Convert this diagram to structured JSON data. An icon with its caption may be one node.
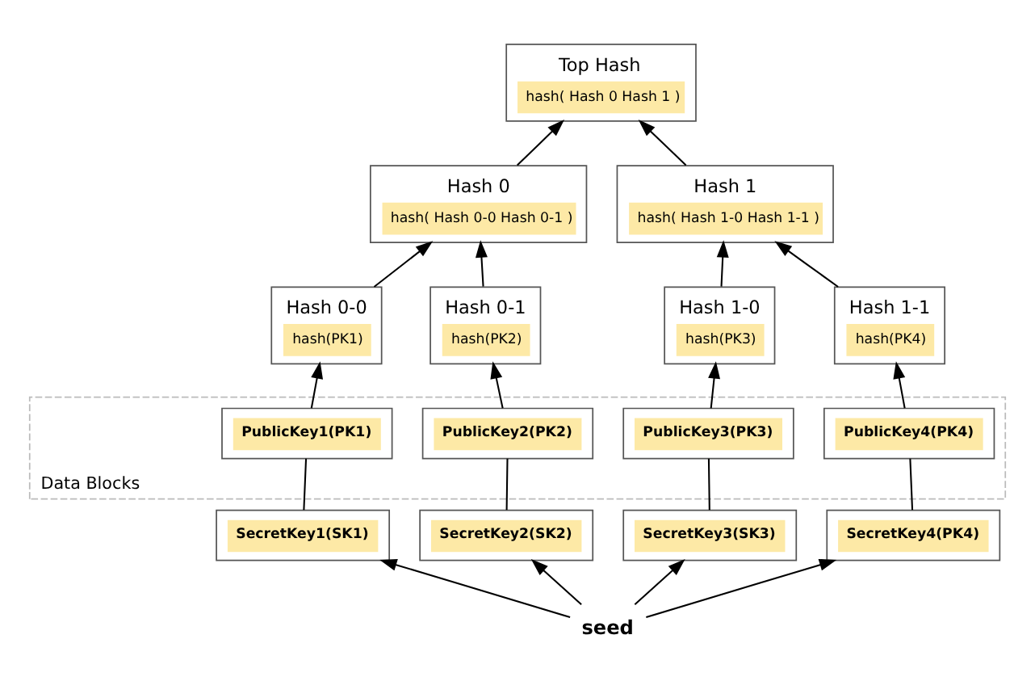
{
  "diagram": {
    "nodes": [
      {
        "text": [
          "Top Hash",
          "hash( Hash 0 Hash 1 )"
        ]
      },
      {
        "text": [
          "Hash 0",
          "hash( Hash 0-0 Hash 0-1 )"
        ]
      },
      {
        "text": [
          "Hash 1",
          "hash( Hash 1-0 Hash 1-1 )"
        ]
      },
      {
        "text": [
          "Hash 0-0",
          "hash(PK1)"
        ]
      },
      {
        "text": [
          "Hash 0-1",
          "hash(PK2)"
        ]
      },
      {
        "text": [
          "Hash 1-0",
          "hash(PK3)"
        ]
      },
      {
        "text": [
          "Hash 1-1",
          "hash(PK4)"
        ]
      },
      {
        "text": [
          "Data Blocks"
        ]
      },
      {
        "text": [
          "PublicKey1(PK1)"
        ],
        "in": 7
      },
      {
        "text": [
          "PublicKey2(PK2)"
        ],
        "in": 7
      },
      {
        "text": [
          "PublicKey3(PK3)"
        ],
        "in": 7
      },
      {
        "text": [
          "PublicKey4(PK4)"
        ],
        "in": 7
      },
      {
        "text": [
          "SecretKey1(SK1)"
        ]
      },
      {
        "text": [
          "SecretKey2(SK2)"
        ]
      },
      {
        "text": [
          "SecretKey3(SK3)"
        ]
      },
      {
        "text": [
          "SecretKey4(PK4)"
        ]
      },
      {
        "text": [
          "seed"
        ]
      }
    ],
    "edges": [
      {
        "from": 1,
        "to": 0,
        "arrow": "to"
      },
      {
        "from": 2,
        "to": 0,
        "arrow": "to"
      },
      {
        "from": 3,
        "to": 1,
        "arrow": "to"
      },
      {
        "from": 4,
        "to": 1,
        "arrow": "to"
      },
      {
        "from": 5,
        "to": 2,
        "arrow": "to"
      },
      {
        "from": 6,
        "to": 2,
        "arrow": "to"
      },
      {
        "from": 8,
        "to": 3,
        "arrow": "to"
      },
      {
        "from": 9,
        "to": 4,
        "arrow": "to"
      },
      {
        "from": 10,
        "to": 5,
        "arrow": "to"
      },
      {
        "from": 11,
        "to": 6,
        "arrow": "to"
      },
      {
        "from": 12,
        "to": 8,
        "arrow": "none"
      },
      {
        "from": 13,
        "to": 9,
        "arrow": "none"
      },
      {
        "from": 14,
        "to": 10,
        "arrow": "none"
      },
      {
        "from": 15,
        "to": 11,
        "arrow": "none"
      },
      {
        "from": 16,
        "to": 12,
        "arrow": "to"
      },
      {
        "from": 16,
        "to": 13,
        "arrow": "to"
      },
      {
        "from": 16,
        "to": 14,
        "arrow": "to"
      },
      {
        "from": 16,
        "to": 15,
        "arrow": "to"
      }
    ]
  }
}
